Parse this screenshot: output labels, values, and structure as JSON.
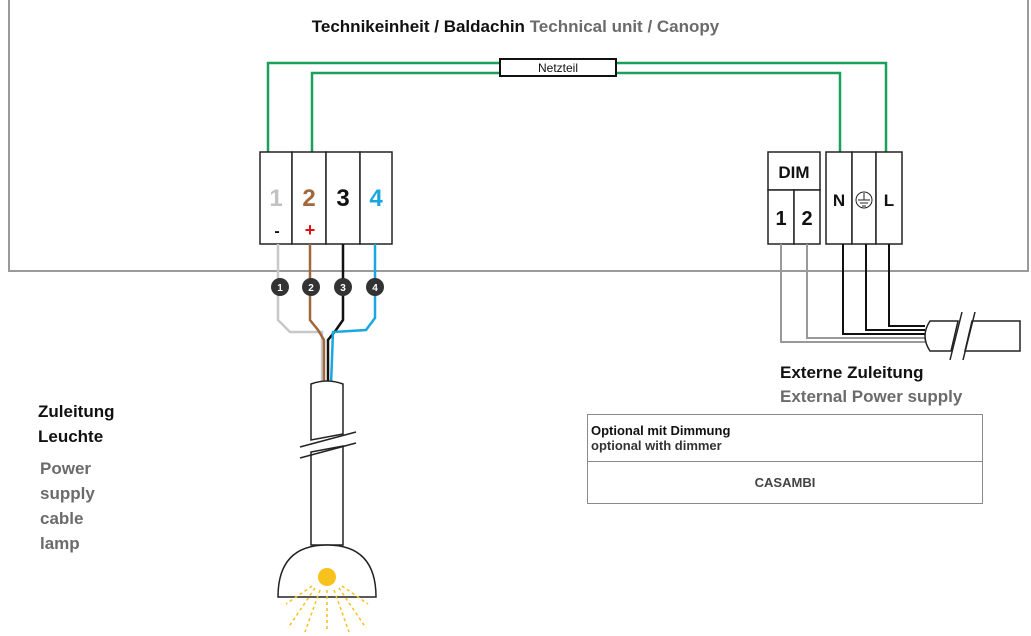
{
  "canopy": {
    "title_de": "Technikeinheit / Baldachin",
    "title_en": "Technical unit / Canopy",
    "driver_label": "Netzteil"
  },
  "lamp_terminal": {
    "numbers": [
      "1",
      "2",
      "3",
      "4"
    ],
    "polarity": [
      "-",
      "+"
    ],
    "wire_markers": [
      "1",
      "2",
      "3",
      "4"
    ]
  },
  "dim_terminal": {
    "label": "DIM",
    "numbers": [
      "1",
      "2"
    ]
  },
  "mains_terminal": {
    "neutral": "N",
    "live": "L",
    "earth_icon": "ground-symbol-icon"
  },
  "external_supply": {
    "title_de": "Externe Zuleitung",
    "title_en": "External Power supply"
  },
  "lamp_cable": {
    "title_de_line1": "Zuleitung",
    "title_de_line2": "Leuchte",
    "title_en_lines": [
      "Power",
      "supply",
      "cable",
      "lamp"
    ]
  },
  "options": {
    "row1_de": "Optional mit Dimmung",
    "row1_en": "optional with dimmer",
    "row2": "CASAMBI"
  },
  "colors": {
    "wire_green": "#1aa05a",
    "wire_grey": "#c8c8c8",
    "wire_brown": "#a0683c",
    "wire_black": "#111111",
    "wire_blue": "#1aa7df",
    "term1_grey": "#c2c2c2",
    "term2_brown": "#a0683c",
    "term4_blue": "#1aa7df",
    "plus_red": "#e01010",
    "bulb_yellow": "#f6c21b"
  }
}
